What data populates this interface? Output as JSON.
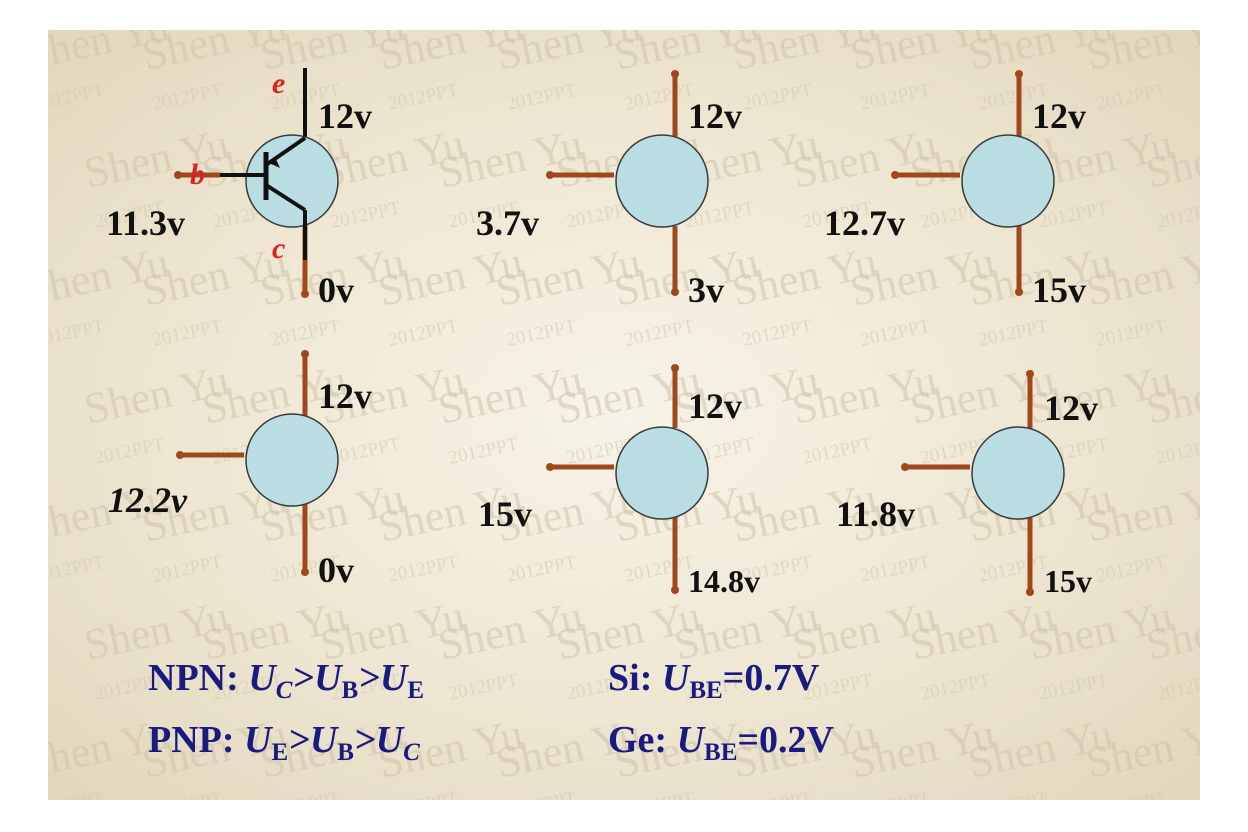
{
  "colors": {
    "lead": "#a0481d",
    "ball_fill": "#b9dde2",
    "label": "#111111",
    "pin_label": "#e02020",
    "rule_text": "#1a1a80"
  },
  "watermark": {
    "line1": "Shen Yu",
    "line2": "2012PPT"
  },
  "transistors": [
    {
      "top_voltage": "12v",
      "base_voltage": "11.3v",
      "bottom_voltage": "0v",
      "pin_e": "e",
      "pin_b": "b",
      "pin_c": "c"
    },
    {
      "top_voltage": "12v",
      "base_voltage": "3.7v",
      "bottom_voltage": "3v"
    },
    {
      "top_voltage": "12v",
      "base_voltage": "12.7v",
      "bottom_voltage": "15v"
    },
    {
      "top_voltage": "12v",
      "base_voltage": "12.2v",
      "bottom_voltage": "0v"
    },
    {
      "top_voltage": "12v",
      "base_voltage": "15v",
      "bottom_voltage": "14.8v"
    },
    {
      "top_voltage": "12v",
      "base_voltage": "11.8v",
      "bottom_voltage": "15v"
    }
  ],
  "rules": {
    "npn": {
      "label": "NPN:",
      "u1": "U",
      "s1": "C",
      "gt1": ">",
      "u2": "U",
      "s2": "B",
      "gt2": ">",
      "u3": "U",
      "s3": "E"
    },
    "pnp": {
      "label": "PNP:",
      "u1": "U",
      "s1": "E",
      "gt1": ">",
      "u2": "U",
      "s2": "B",
      "gt2": ">",
      "u3": "U",
      "s3": "C"
    },
    "si": {
      "label": "Si:",
      "u": "U",
      "sub": "BE",
      "value": "=0.7V"
    },
    "ge": {
      "label": "Ge:",
      "u": "U",
      "sub": "BE",
      "value": "=0.2V"
    }
  }
}
